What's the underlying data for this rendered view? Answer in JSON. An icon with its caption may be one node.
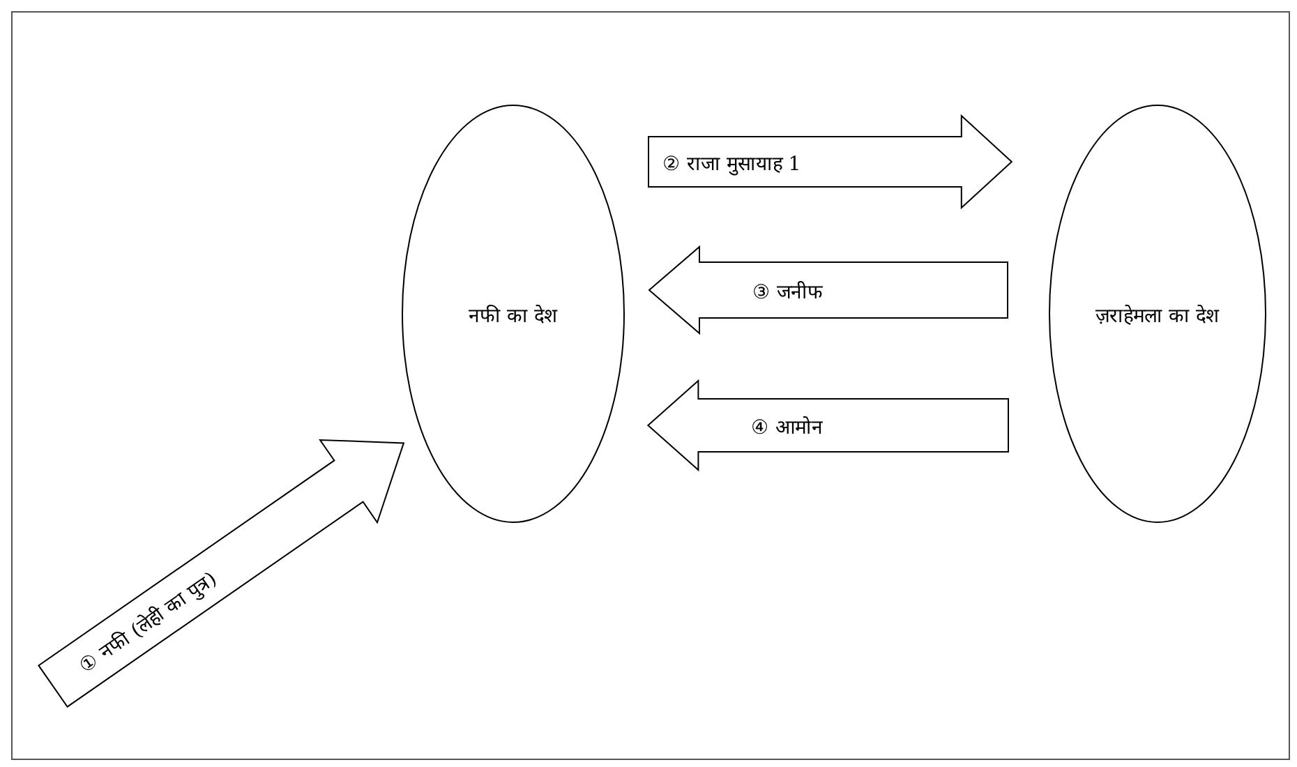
{
  "diagram": {
    "nodes": [
      {
        "text": [
          "नफी का देश"
        ]
      },
      {
        "text": [
          "ज़राहेमला का देश"
        ]
      }
    ],
    "edges": [
      {
        "from": null,
        "to": 0,
        "arrow": "to",
        "label": "① नफी (लेही का पुत्र)"
      },
      {
        "from": 0,
        "to": 1,
        "arrow": "to",
        "label": "② राजा मुसायाह 1"
      },
      {
        "from": 1,
        "to": 0,
        "arrow": "to",
        "label": "③ जनीफ"
      },
      {
        "from": 1,
        "to": 0,
        "arrow": "to",
        "label": "④ आमोन"
      }
    ]
  }
}
